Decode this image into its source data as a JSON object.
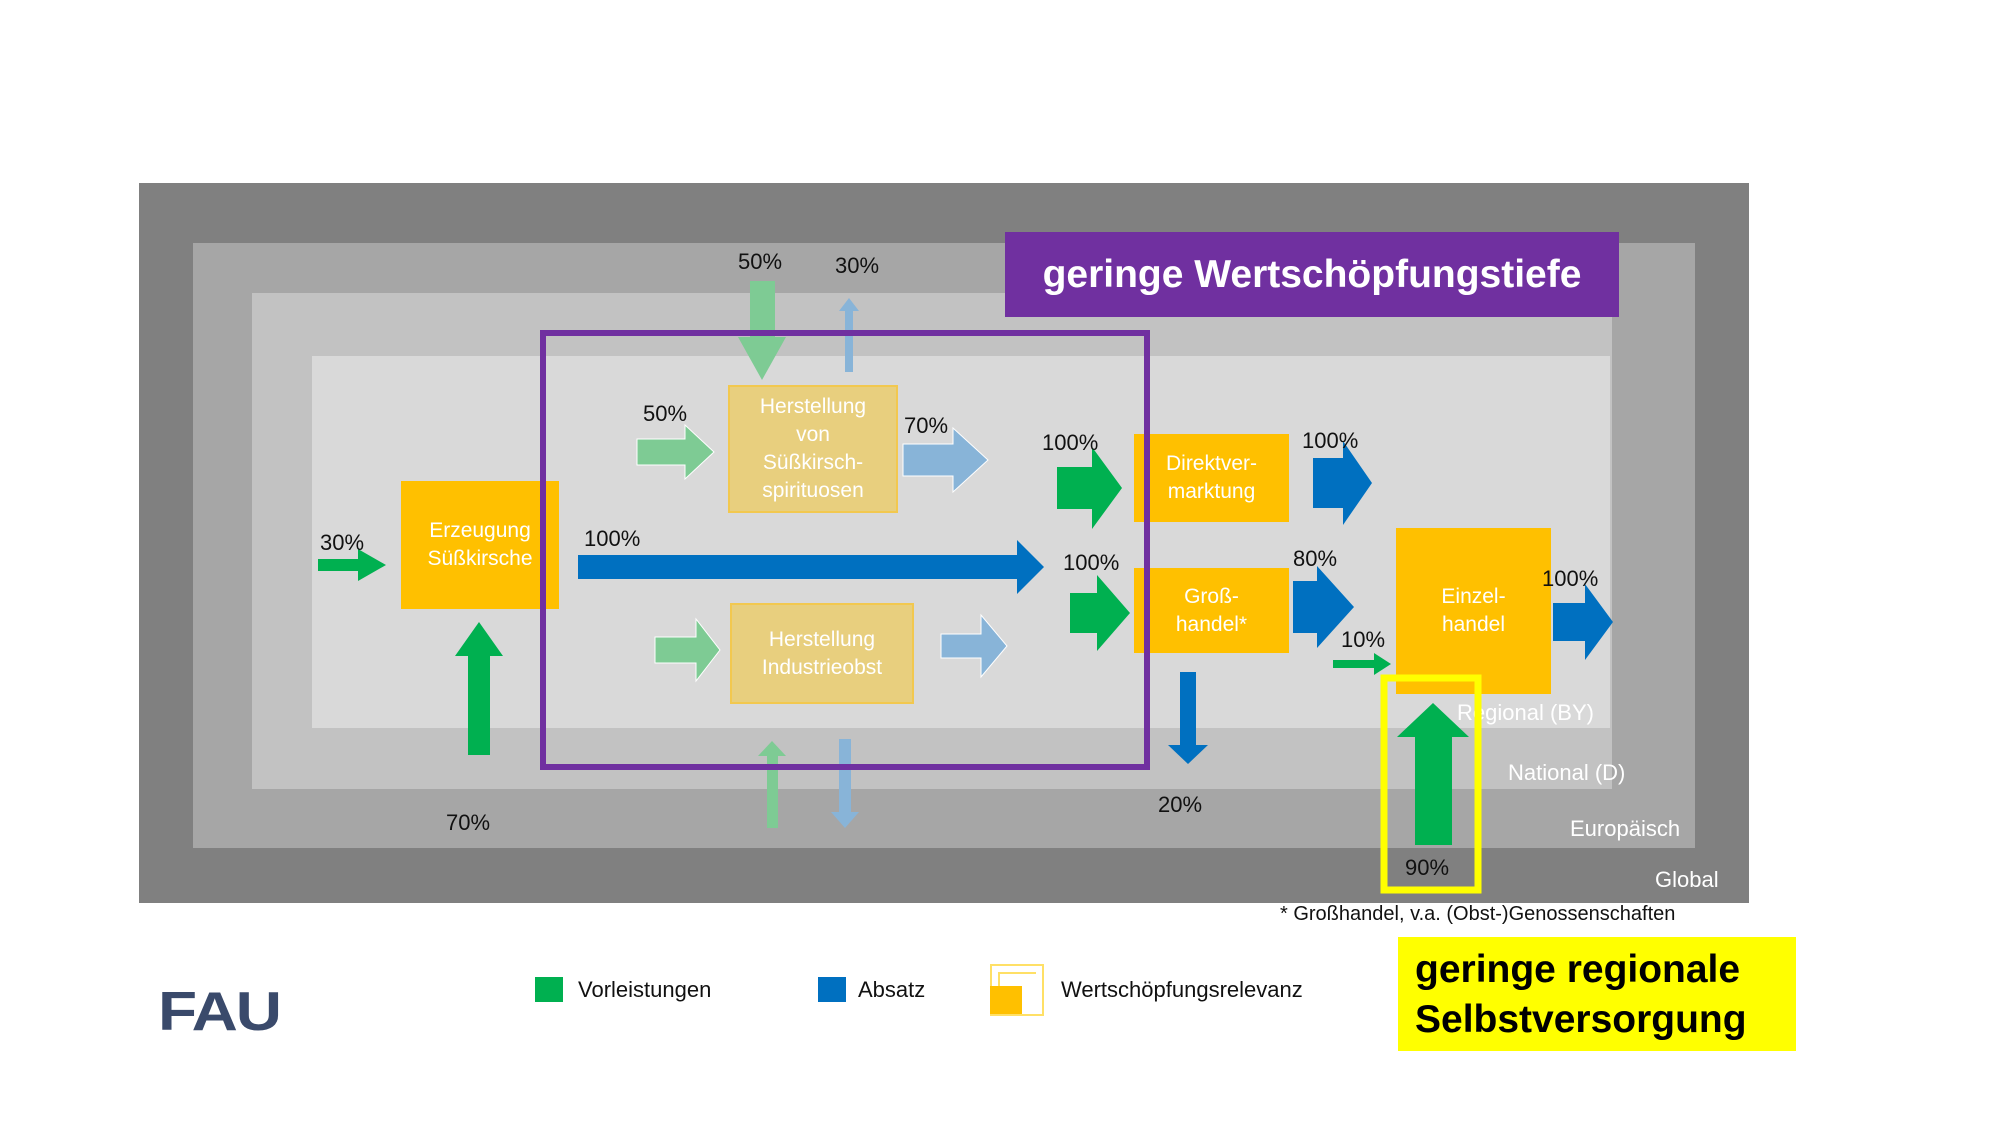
{
  "zones": {
    "global": "Global",
    "european": "Europäisch",
    "national": "National (D)",
    "regional": "Regional (BY)"
  },
  "boxes": {
    "erzeugung": "Erzeugung\nSüßkirsche",
    "spirituosen": "Herstellung\nvon\nSüßkirsch-\nspirituosen",
    "industrieobst": "Herstellung\nIndustrieobst",
    "direktvermarktung": "Direktver-\nmarktung",
    "grosshandel": "Groß-\nhandel*",
    "einzelhandel": "Einzel-\nhandel"
  },
  "percentages": {
    "erzeugung_input": "30%",
    "erzeugung_national_input": "70%",
    "main_flow": "100%",
    "spirituosen_top_input": "50%",
    "spirituosen_top_output": "30%",
    "spirituosen_left_input": "50%",
    "spirituosen_output": "70%",
    "direkt_input": "100%",
    "direkt_output": "100%",
    "gross_input": "100%",
    "gross_to_einzel": "80%",
    "gross_down": "20%",
    "einzel_side_input": "10%",
    "einzel_output": "100%",
    "einzel_bottom_input": "90%"
  },
  "footnote": "* Großhandel, v.a. (Obst-)Genossenschaften",
  "headlines": {
    "purple": "geringe Wertschöpfungstiefe",
    "yellow": "geringe regionale\nSelbstversorgung"
  },
  "legend": {
    "green": "Vorleistungen",
    "blue": "Absatz",
    "orange": "Wertschöpfungsrelevanz"
  },
  "logo": "FAU",
  "colors": {
    "green": "#00b050",
    "blue": "#0070c0",
    "orange": "#ffc000",
    "purple": "#7030a0",
    "yellow": "#ffff00",
    "zone_global": "#808080",
    "zone_european": "#a6a6a6",
    "zone_national": "#c2c2c2",
    "zone_regional": "#d9d9d9",
    "logo": "#3a4a6b"
  },
  "icons": {
    "legend_green": "green-square-icon",
    "legend_blue": "blue-square-icon",
    "legend_orange": "value-relevance-icon"
  }
}
